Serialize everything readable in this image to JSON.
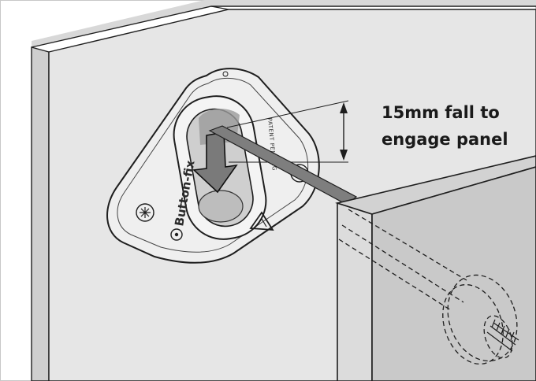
{
  "annotation": {
    "line1": "15mm fall to",
    "line2": "engage panel"
  },
  "bracket": {
    "brand_text": "Button-fix",
    "patent_text": "PATENT PENDING"
  },
  "colors": {
    "wall_panel": "#e6e6e6",
    "wall_edge": "#cfcfcf",
    "board_face": "#c9c9c9",
    "board_edge": "#dcdcdc",
    "bracket_face": "#efefef",
    "outline": "#1e1e1e"
  }
}
